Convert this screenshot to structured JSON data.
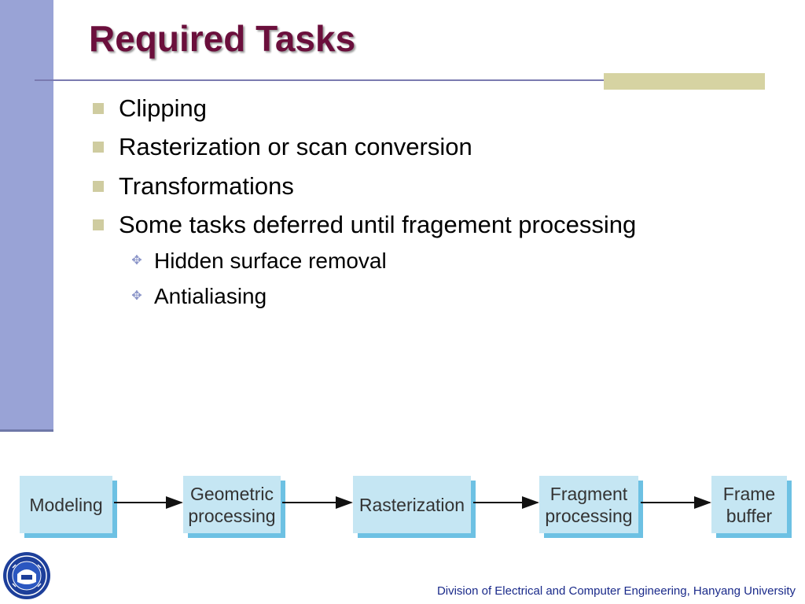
{
  "slide": {
    "title": "Required Tasks",
    "bullets": [
      "Clipping",
      "Rasterization or scan conversion",
      "Transformations",
      "Some tasks deferred until fragement processing"
    ],
    "sub_bullets": [
      "Hidden surface removal",
      "Antialiasing"
    ]
  },
  "pipeline": {
    "stages": [
      {
        "line1": "Modeling",
        "line2": ""
      },
      {
        "line1": "Geometric",
        "line2": "processing"
      },
      {
        "line1": "Rasterization",
        "line2": ""
      },
      {
        "line1": "Fragment",
        "line2": "processing"
      },
      {
        "line1": "Frame",
        "line2": "buffer"
      }
    ]
  },
  "footer": {
    "text": "Division of Electrical and Computer Engineering, Hanyang University"
  },
  "colors": {
    "title": "#6b0f3c",
    "side_bar": "#99a3d6",
    "bullet_square": "#cfcca0",
    "box_fill": "#c5e6f3",
    "box_shadow": "#6dc1e3",
    "footer_text": "#1a2a8a"
  },
  "icons": {
    "bullet": "square-bullet-icon",
    "sub_bullet": "diamond-bullet-icon",
    "logo": "university-seal-icon"
  }
}
